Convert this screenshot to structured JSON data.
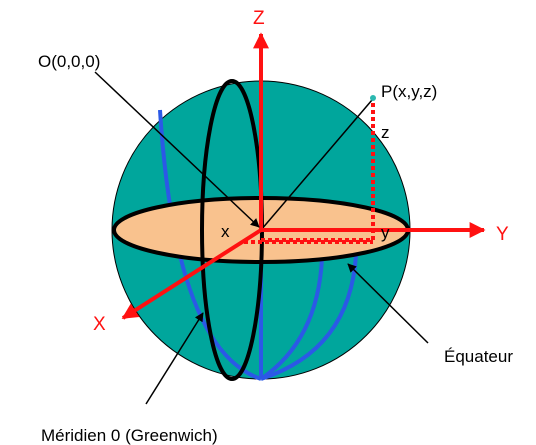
{
  "diagram": {
    "axes": {
      "z_label": "Z",
      "y_label": "Y",
      "x_label": "X"
    },
    "labels": {
      "origin": "O(0,0,0)",
      "point": "P(x,y,z)",
      "coord_x": "x",
      "coord_y": "y",
      "coord_z": "z",
      "equator": "Équateur",
      "meridian": "Méridien 0 (Greenwich)"
    },
    "colors": {
      "sphere": "#00a69c",
      "equator_plane": "#f9c28e",
      "meridians": "#2b59e6",
      "axes": "#ff1111",
      "outline": "#000000",
      "point": "#2bb8b0"
    }
  }
}
